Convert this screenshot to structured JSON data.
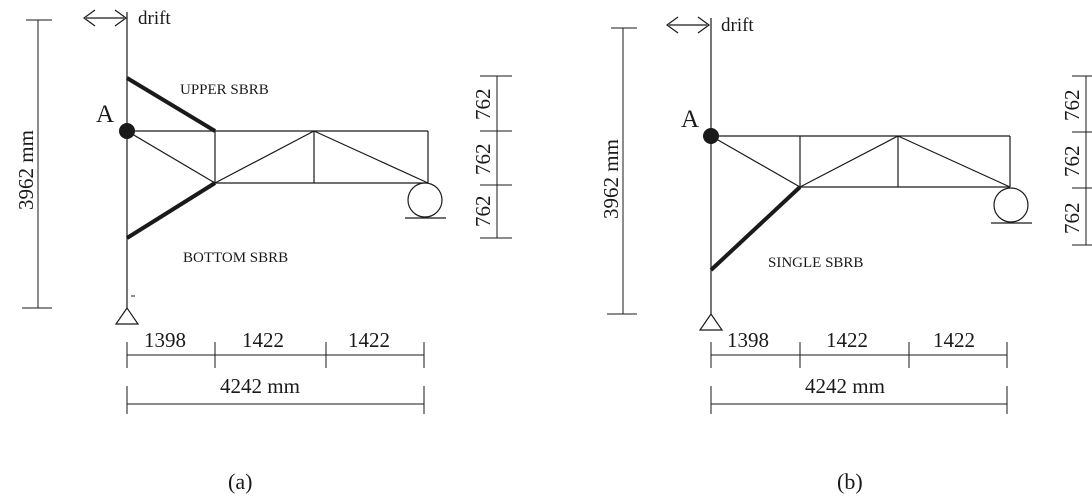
{
  "panel_a": {
    "drift_label": "drift",
    "node_label": "A",
    "upper_brace_label": "UPPER SBRB",
    "bottom_brace_label": "BOTTOM SBRB",
    "height_label": "3962 mm",
    "spacing_labels": [
      "762",
      "762",
      "762"
    ],
    "bay_labels": [
      "1398",
      "1422",
      "1422"
    ],
    "total_label": "4242 mm",
    "caption": "(a)"
  },
  "panel_b": {
    "drift_label": "drift",
    "node_label": "A",
    "brace_label": "SINGLE SBRB",
    "height_label": "3962 mm",
    "spacing_labels": [
      "762",
      "762",
      "762"
    ],
    "bay_labels": [
      "1398",
      "1422",
      "1422"
    ],
    "total_label": "4242 mm",
    "caption": "(b)"
  }
}
